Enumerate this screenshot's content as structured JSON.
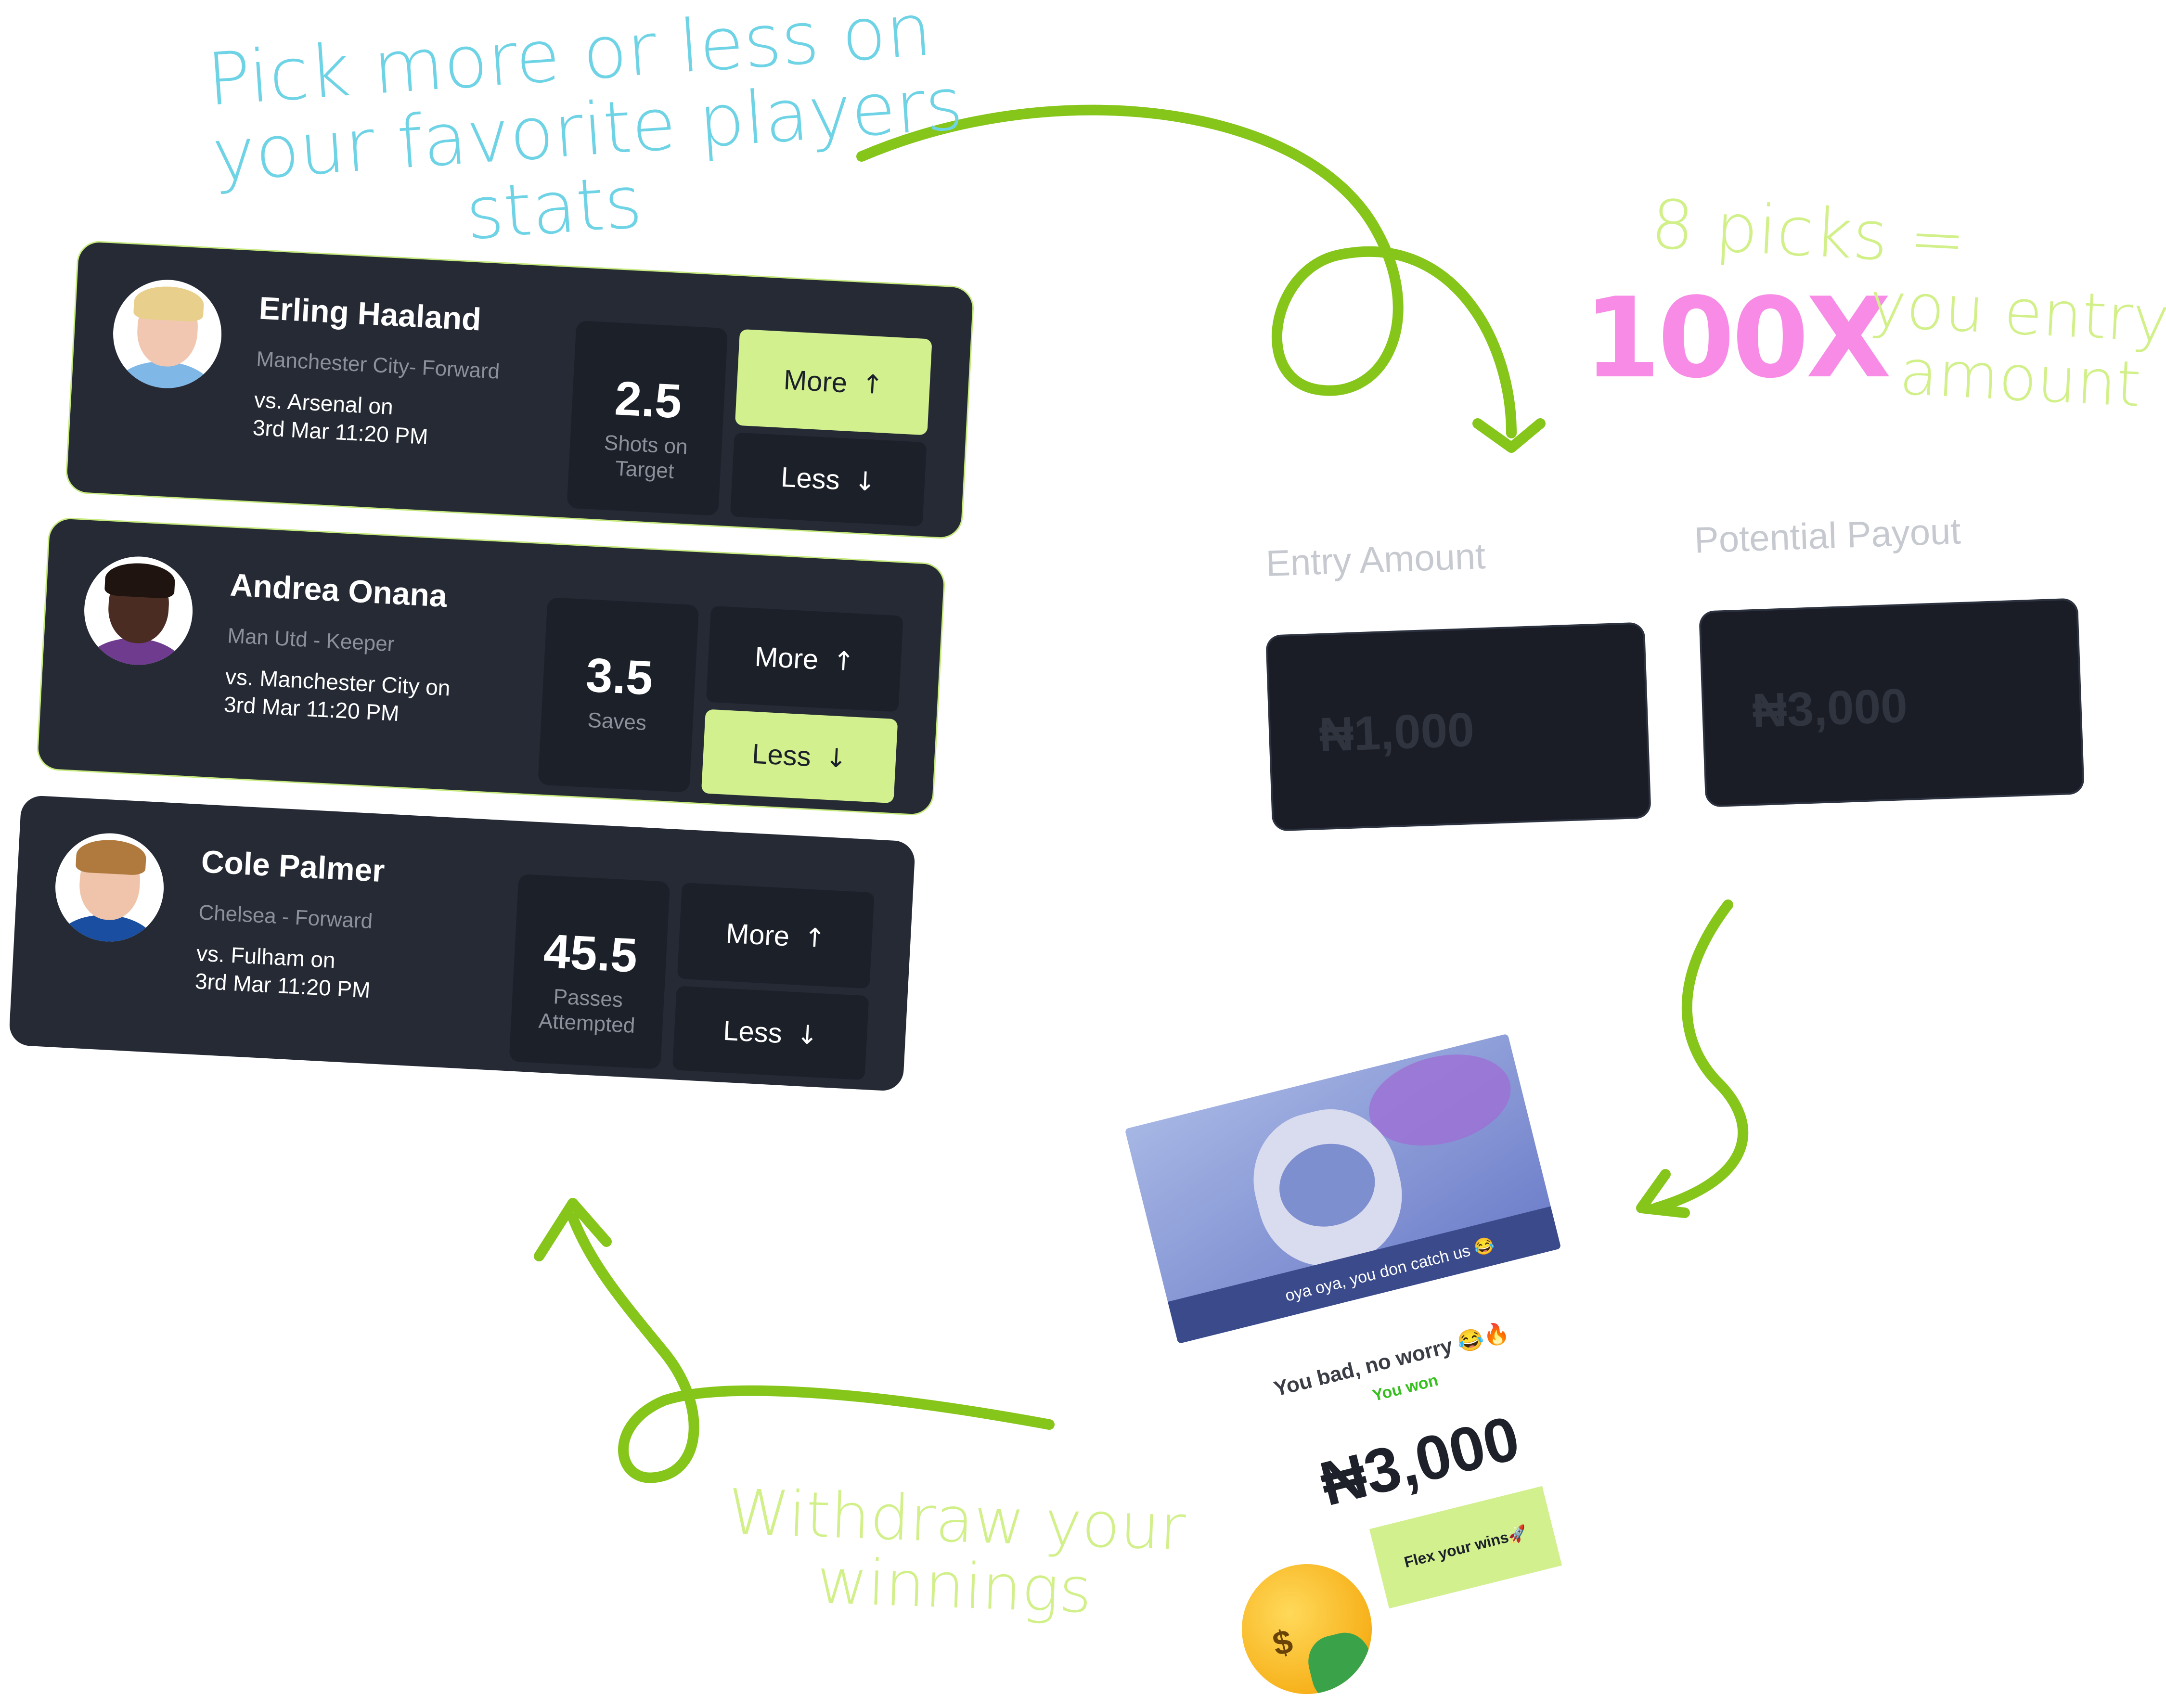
{
  "captions": {
    "pick_line1": "Pick more or less on",
    "pick_line2": "your favorite players",
    "pick_line3": "stats",
    "picks_eq": "8 picks =",
    "multiplier": "100X",
    "entry_line1": "you entry",
    "entry_line2": "amount",
    "withdraw_line1": "Withdraw your",
    "withdraw_line2": "winnings"
  },
  "players": [
    {
      "name": "Erling Haaland",
      "team": "Manchester City- Forward",
      "match_line1": "vs. Arsenal on",
      "match_line2": "3rd Mar 11:20 PM",
      "stat_value": "2.5",
      "stat_label_line1": "Shots on",
      "stat_label_line2": "Target",
      "more_label": "More",
      "less_label": "Less",
      "selected": "more"
    },
    {
      "name": "Andrea Onana",
      "team": "Man Utd - Keeper",
      "match_line1": "vs. Manchester City on",
      "match_line2": "3rd Mar 11:20 PM",
      "stat_value": "3.5",
      "stat_label_line1": "Saves",
      "stat_label_line2": "",
      "more_label": "More",
      "less_label": "Less",
      "selected": "less"
    },
    {
      "name": "Cole Palmer",
      "team": "Chelsea - Forward",
      "match_line1": "vs. Fulham on",
      "match_line2": "3rd Mar 11:20 PM",
      "stat_value": "45.5",
      "stat_label_line1": "Passes",
      "stat_label_line2": "Attempted",
      "more_label": "More",
      "less_label": "Less",
      "selected": "none"
    }
  ],
  "entry": {
    "entry_label": "Entry Amount",
    "entry_value": "₦1,000",
    "payout_label": "Potential Payout",
    "payout_value": "₦3,000"
  },
  "win_card": {
    "meme_caption": "oya oya, you don catch us 😂",
    "headline": "You bad, no worry 😂🔥",
    "status": "You won",
    "amount": "₦3,000",
    "flex_button": "Flex your wins🚀"
  },
  "icons": {
    "up": "↑",
    "down": "↓"
  },
  "colors": {
    "card_bg": "#252a35",
    "accent_lime": "#d2f08e",
    "caption_cyan": "#6fd3e6",
    "multiplier_pink": "#f78be6",
    "arrow_green": "#86c61a",
    "won_green": "#38c020"
  }
}
